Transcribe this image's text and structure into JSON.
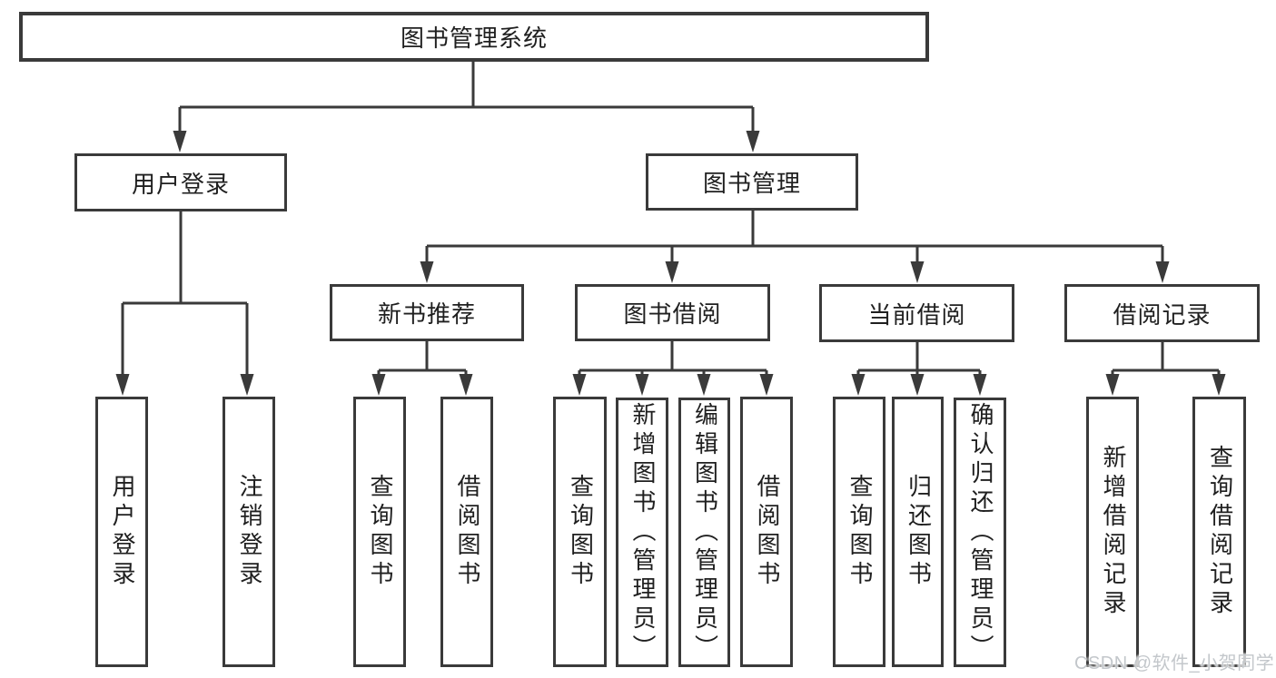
{
  "diagram": {
    "colors": {
      "line": "#3a3a3a",
      "text": "#1f1f1f",
      "background": "#ffffff",
      "watermark_text": "#c3c7cb"
    },
    "tree": {
      "root": "图书管理系统",
      "branches": [
        {
          "label": "用户登录",
          "children": [
            "用户登录",
            "注销登录"
          ]
        },
        {
          "label": "图书管理",
          "groups": [
            {
              "label": "新书推荐",
              "children": [
                "查询图书",
                "借阅图书"
              ]
            },
            {
              "label": "图书借阅",
              "children": [
                "查询图书",
                "新增图书（管理员）",
                "编辑图书（管理员）",
                "借阅图书"
              ]
            },
            {
              "label": "当前借阅",
              "children": [
                "查询图书",
                "归还图书",
                "确认归还（管理员）"
              ]
            },
            {
              "label": "借阅记录",
              "children": [
                "新增借阅记录",
                "查询借阅记录"
              ]
            }
          ]
        }
      ]
    },
    "watermark": "CSDN @软件_小贺同学"
  }
}
